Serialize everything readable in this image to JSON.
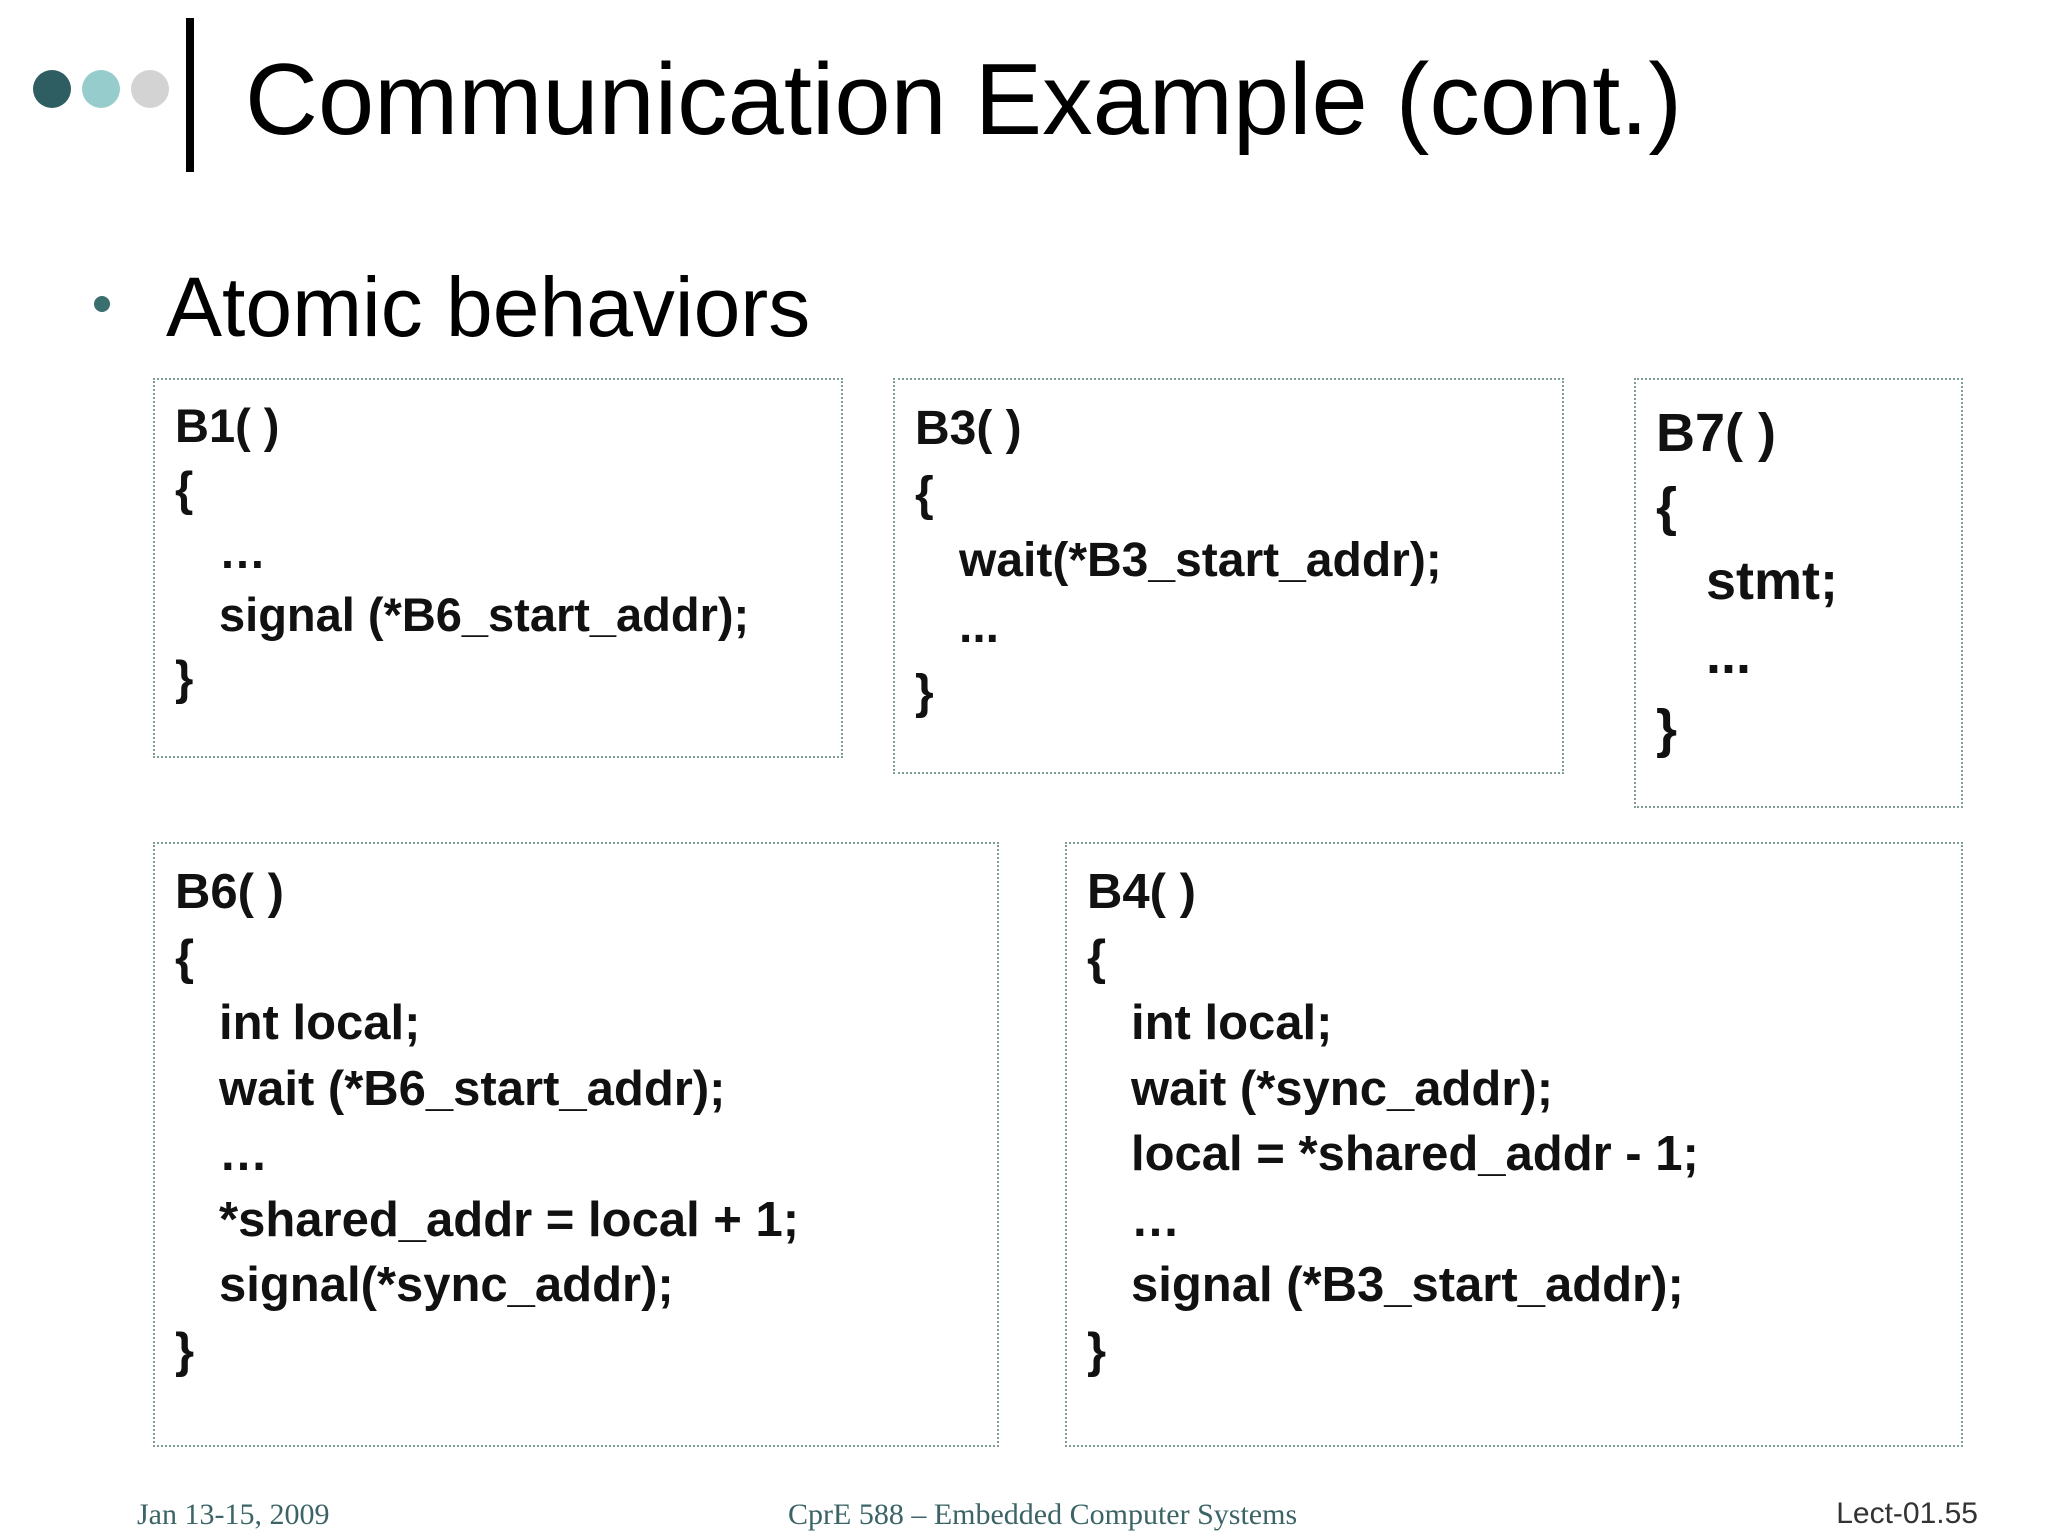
{
  "title": "Communication Example (cont.)",
  "colors": {
    "dot_1": "#2e5e61",
    "dot_2": "#96cdcc",
    "dot_3": "#d3d3d3",
    "bullet": "#3a6e6f",
    "box_border": "#7e9d94",
    "footer_text": "#3c6466"
  },
  "bullet": {
    "text": "Atomic behaviors"
  },
  "boxes": {
    "b1": [
      "B1( )",
      "{",
      "…",
      "signal (*B6_start_addr);",
      "}"
    ],
    "b3": [
      "B3( )",
      "{",
      "wait(*B3_start_addr);",
      "...",
      "}"
    ],
    "b7": [
      "B7( )",
      "{",
      "stmt;",
      "...",
      "}"
    ],
    "b6": [
      "B6( )",
      "{",
      "int local;",
      "wait (*B6_start_addr);",
      "…",
      "*shared_addr = local + 1;",
      "signal(*sync_addr);",
      "}"
    ],
    "b4": [
      "B4( )",
      "{",
      "int local;",
      "wait (*sync_addr);",
      "local = *shared_addr - 1;",
      "…",
      "signal (*B3_start_addr);",
      "}"
    ]
  },
  "footer": {
    "date": "Jan 13-15, 2009",
    "course": "CprE 588 – Embedded Computer Systems",
    "slide_number": "Lect-01.55"
  }
}
